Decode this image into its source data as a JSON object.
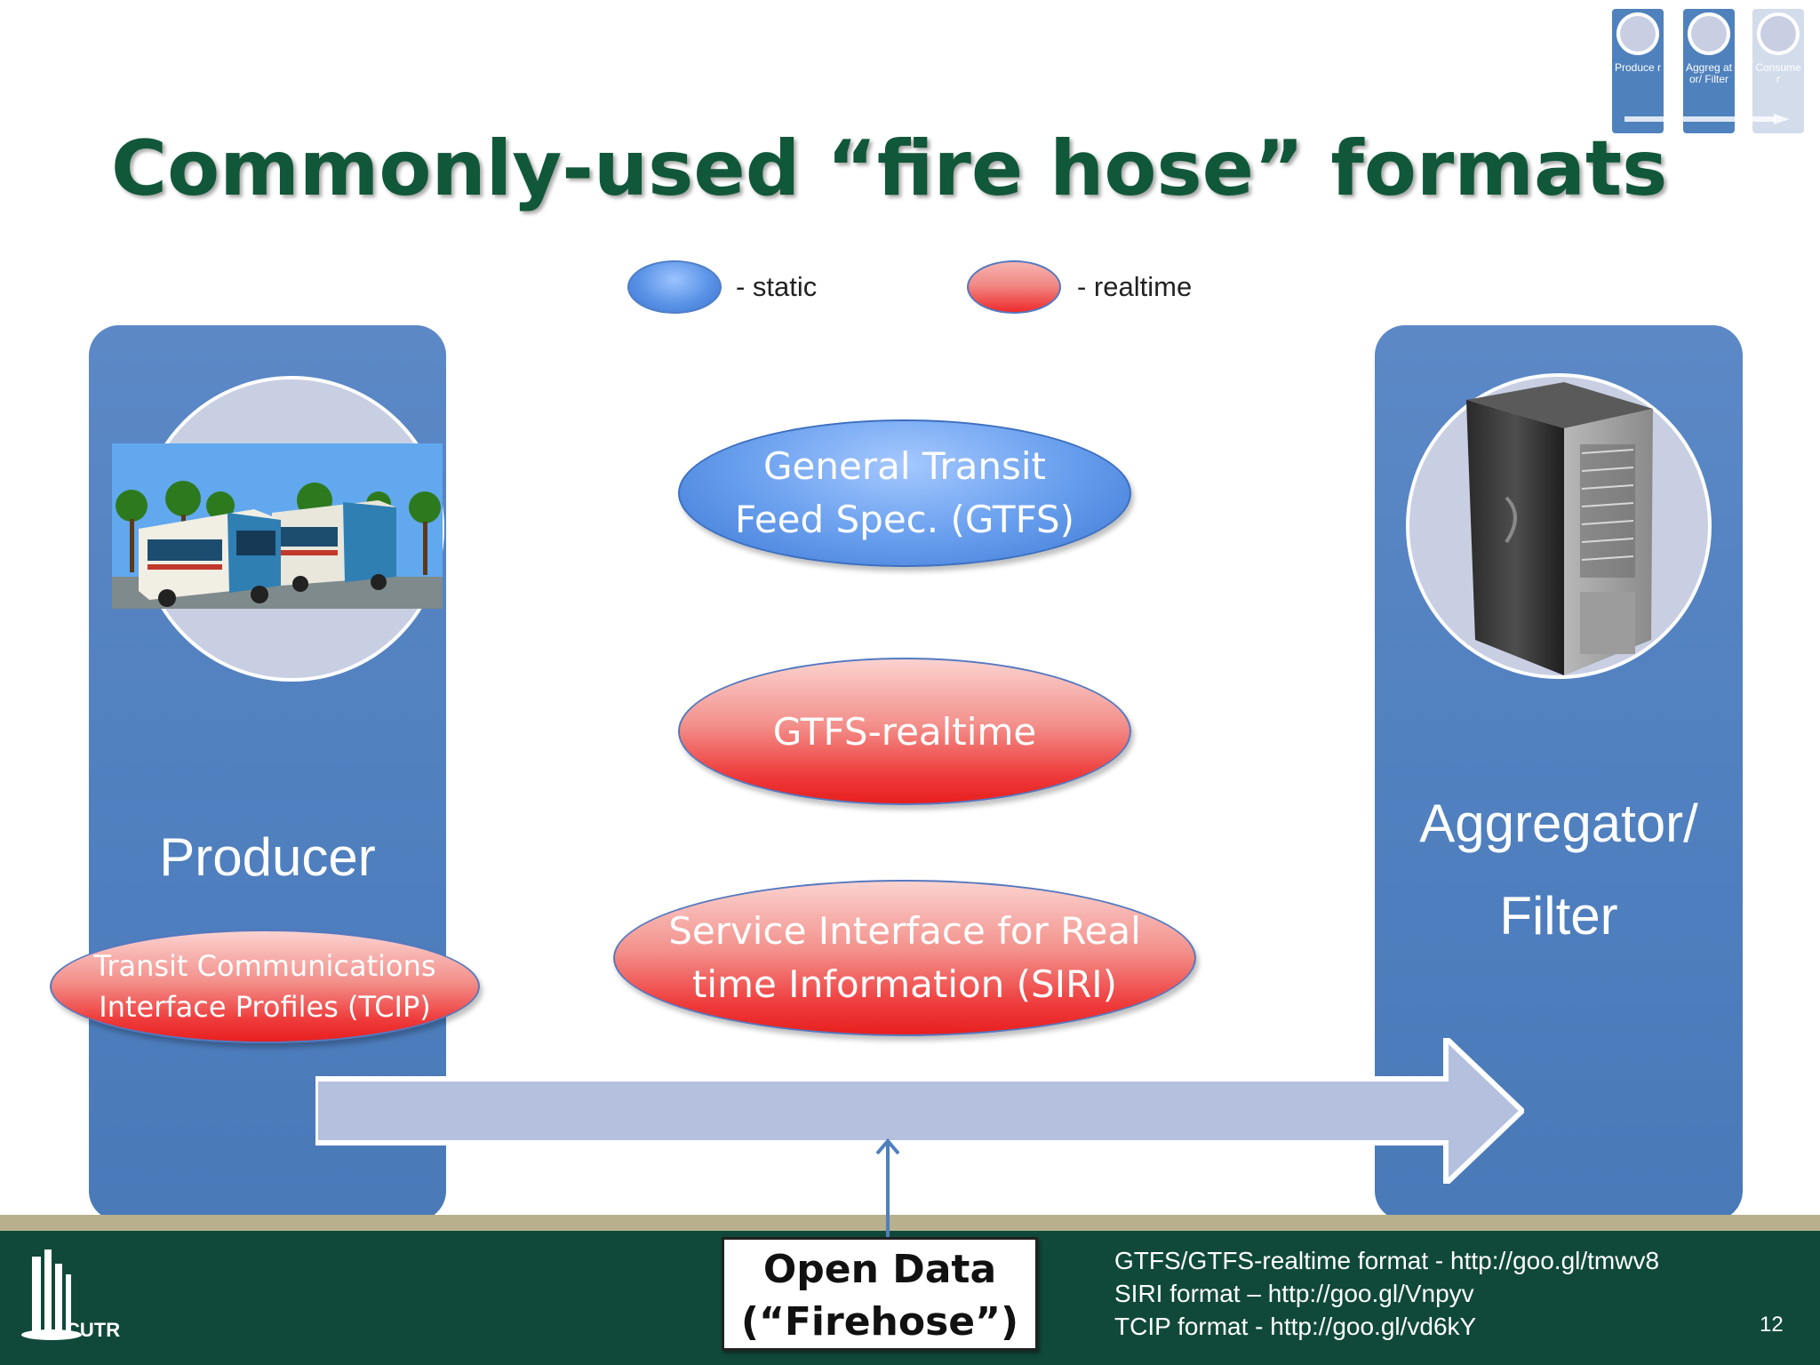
{
  "title": "Commonly-used “fire hose” formats",
  "nav": {
    "producer": "Produce r",
    "aggregator": "Aggreg ator/ Filter",
    "consumer": "Consume r"
  },
  "legend": {
    "static_label": "- static",
    "realtime_label": "- realtime"
  },
  "producer": {
    "title": "Producer"
  },
  "aggregator": {
    "title_line1": "Aggregator/",
    "title_line2": "Filter"
  },
  "formats": {
    "gtfs_line1": "General Transit",
    "gtfs_line2": "Feed Spec. (GTFS)",
    "gtfs_rt": "GTFS-realtime",
    "siri_line1": "Service Interface for Real",
    "siri_line2": "time Information (SIRI)",
    "tcip_line1": "Transit Communications",
    "tcip_line2": "Interface Profiles (TCIP)"
  },
  "open_data": {
    "line1": "Open Data",
    "line2": "(“Firehose”)"
  },
  "links": [
    "GTFS/GTFS-realtime format - http://goo.gl/tmwv8",
    "SIRI format – http://goo.gl/Vnpyv",
    "TCIP format - http://goo.gl/vd6kY"
  ],
  "footer": {
    "logo_text": "CUTR",
    "page_number": "12"
  },
  "colors": {
    "title_green": "#11573a",
    "column_blue": "#4f81bd",
    "footer_green": "#10493a",
    "static_blue": "#5a93e6",
    "realtime_red": "#ee2b2b"
  }
}
